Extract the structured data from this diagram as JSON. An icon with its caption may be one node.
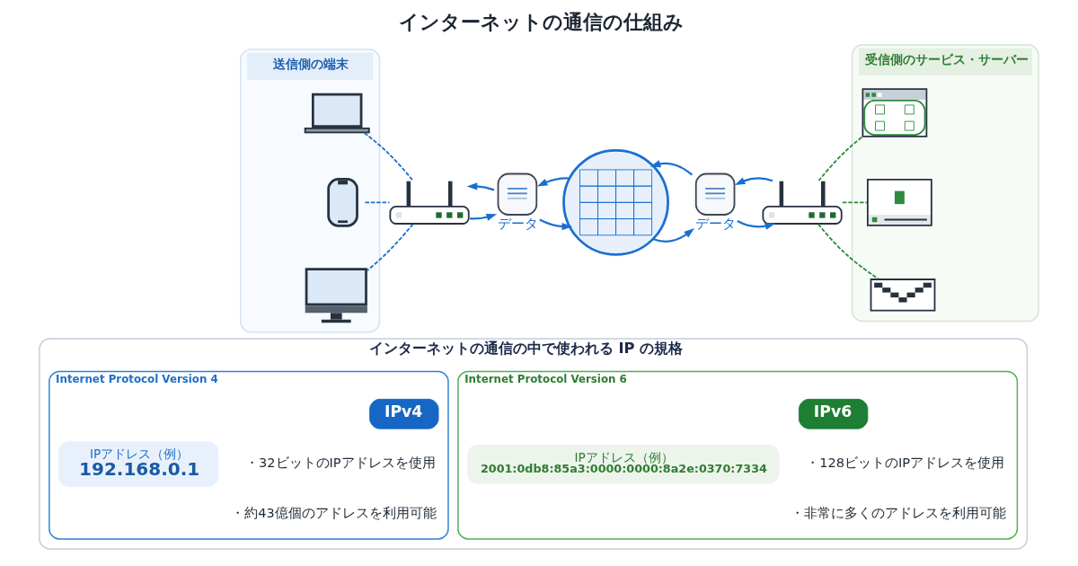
{
  "diagram": {
    "title": "インターネットの通信の仕組み",
    "nodes": [
      {
        "text": [
          "送信側の端末"
        ]
      },
      {
        "text": [],
        "shape": "picture",
        "in": 0
      },
      {
        "text": [],
        "shape": "picture",
        "in": 0
      },
      {
        "text": [],
        "shape": "picture",
        "in": 0
      },
      {
        "text": [],
        "shape": "picture"
      },
      {
        "text": [],
        "shape": "picture",
        "beside": [
          "データ"
        ]
      },
      {
        "text": [],
        "shape": "picture"
      },
      {
        "text": [],
        "shape": "picture",
        "beside": [
          "データ"
        ]
      },
      {
        "text": [],
        "shape": "picture"
      },
      {
        "text": [
          "受信側のサービス・サーバー"
        ]
      },
      {
        "text": [],
        "shape": "picture",
        "in": 9
      },
      {
        "text": [],
        "shape": "picture",
        "in": 9
      },
      {
        "text": [],
        "shape": "picture",
        "in": 9
      },
      {
        "text": [
          "インターネットの通信の中で使われる IP の規格"
        ]
      },
      {
        "text": [
          "Internet Protocol Version 4"
        ],
        "in": 13
      },
      {
        "text": [
          "IPv4"
        ],
        "in": 14
      },
      {
        "text": [
          "IPアドレス（例）",
          "192.168.0.1"
        ],
        "in": 14
      },
      {
        "text": [
          "Internet Protocol Version 6"
        ],
        "in": 13
      },
      {
        "text": [
          "IPv6"
        ],
        "in": 17
      },
      {
        "text": [
          "IPアドレス（例）",
          "2001:0db8:85a3:0000:0000:8a2e:0370:7334"
        ],
        "in": 17
      }
    ],
    "edges": [
      {
        "from": 1,
        "to": 4,
        "arrow": "none",
        "style": "dashed"
      },
      {
        "from": 2,
        "to": 4,
        "arrow": "none",
        "style": "dashed"
      },
      {
        "from": 4,
        "to": 3,
        "arrow": "none",
        "style": "dashed"
      },
      {
        "from": 4,
        "to": 5,
        "arrow": "to"
      },
      {
        "from": 5,
        "to": 4,
        "arrow": "to"
      },
      {
        "from": 5,
        "to": 6,
        "arrow": "to"
      },
      {
        "from": 6,
        "to": 5,
        "arrow": "to"
      },
      {
        "from": 6,
        "to": 7,
        "arrow": "to"
      },
      {
        "from": 7,
        "to": 6,
        "arrow": "to"
      },
      {
        "from": 7,
        "to": 8,
        "arrow": "to"
      },
      {
        "from": 8,
        "to": 7,
        "arrow": "to"
      },
      {
        "from": 10,
        "to": 8,
        "arrow": "none",
        "style": "dashed",
        "color": "#2e8b3e"
      },
      {
        "from": 8,
        "to": 11,
        "arrow": "none",
        "style": "dashed",
        "color": "#2e8b3e"
      },
      {
        "from": 8,
        "to": 12,
        "arrow": "none",
        "style": "dashed",
        "color": "#2e8b3e"
      }
    ],
    "labels": [
      "・32ビットのIPアドレスを使用",
      "・約43億個のアドレスを利用可能",
      "・128ビットのIPアドレスを使用",
      "・非常に多くのアドレスを利用可能"
    ]
  }
}
